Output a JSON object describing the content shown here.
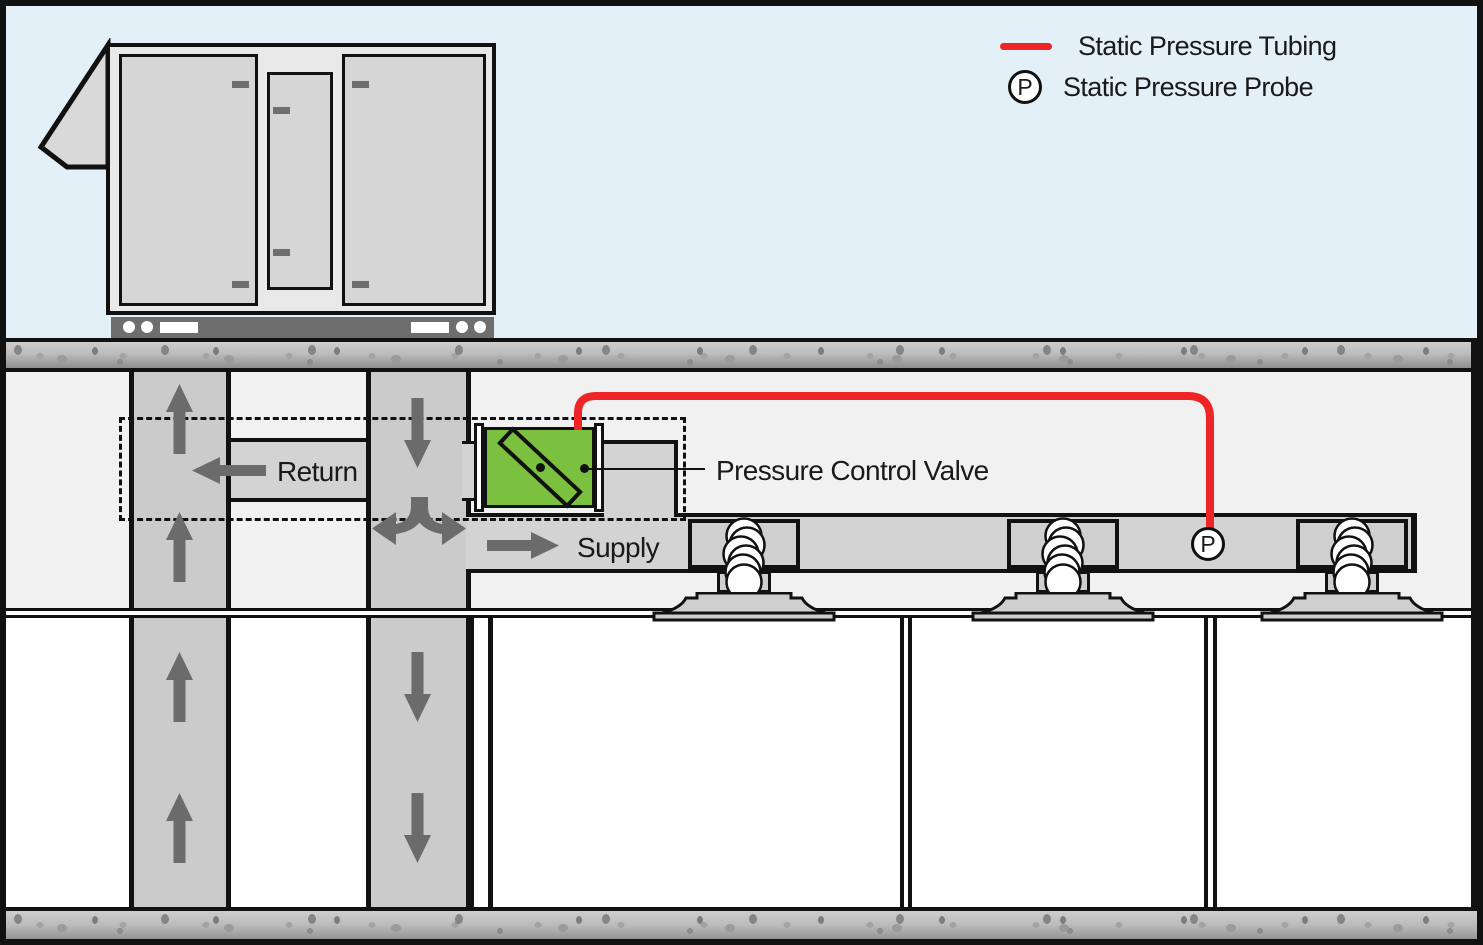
{
  "legend": {
    "items": [
      {
        "symbol": "tubing-line",
        "label": "Static Pressure Tubing"
      },
      {
        "symbol": "P",
        "label": "Static Pressure Probe"
      }
    ]
  },
  "diagram": {
    "return_label": "Return",
    "supply_label": "Supply",
    "valve_label": "Pressure Control Valve",
    "probe_symbol": "P"
  },
  "colors": {
    "tubing_red": "#EE2426",
    "valve_green": "#7CC03F",
    "duct_gray": "#D3D3D3",
    "arrow_gray": "#6B6B6B",
    "sky_blue": "#E3F0F8"
  }
}
